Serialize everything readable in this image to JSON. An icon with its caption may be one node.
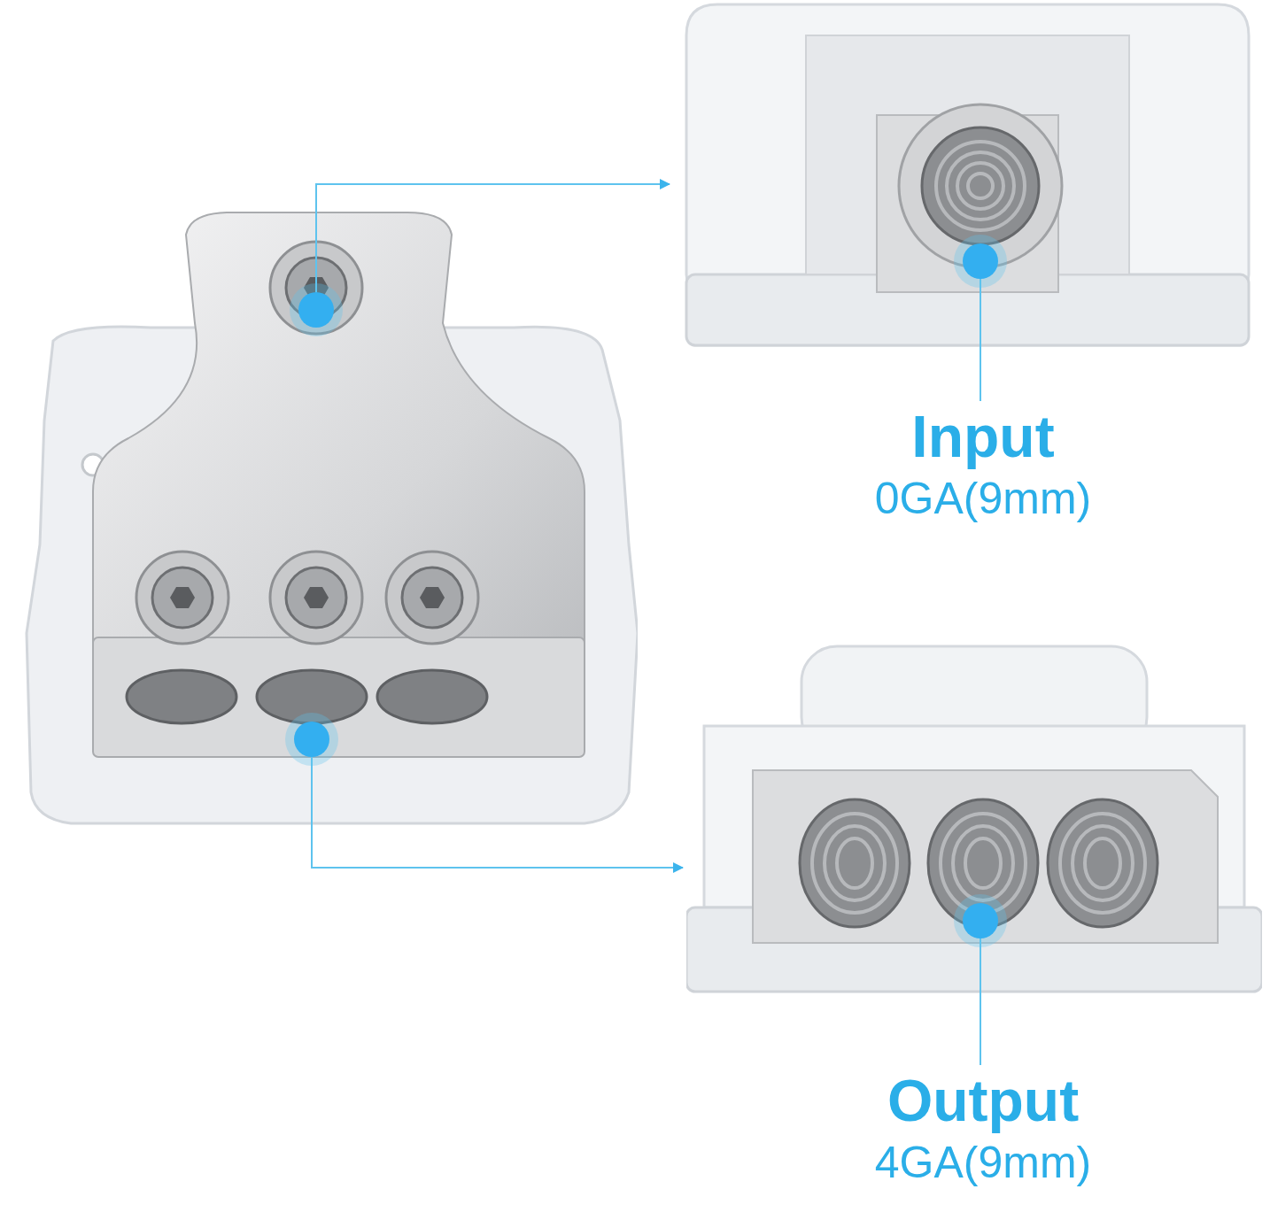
{
  "diagram": {
    "nodes": [
      {
        "text": [],
        "shape": "picture"
      },
      {
        "text": [],
        "shape": "picture"
      },
      {
        "text": [],
        "shape": "picture"
      },
      {
        "text": [
          "Input",
          "0GA(9mm)"
        ]
      },
      {
        "text": [
          "Output",
          "4GA(9mm)"
        ]
      }
    ],
    "edges": [
      {
        "from": 0,
        "to": 1,
        "arrow": "to"
      },
      {
        "from": 0,
        "to": 2,
        "arrow": "to"
      },
      {
        "from": 3,
        "to": 1,
        "arrow": "none"
      },
      {
        "from": 4,
        "to": 2,
        "arrow": "none"
      }
    ]
  }
}
